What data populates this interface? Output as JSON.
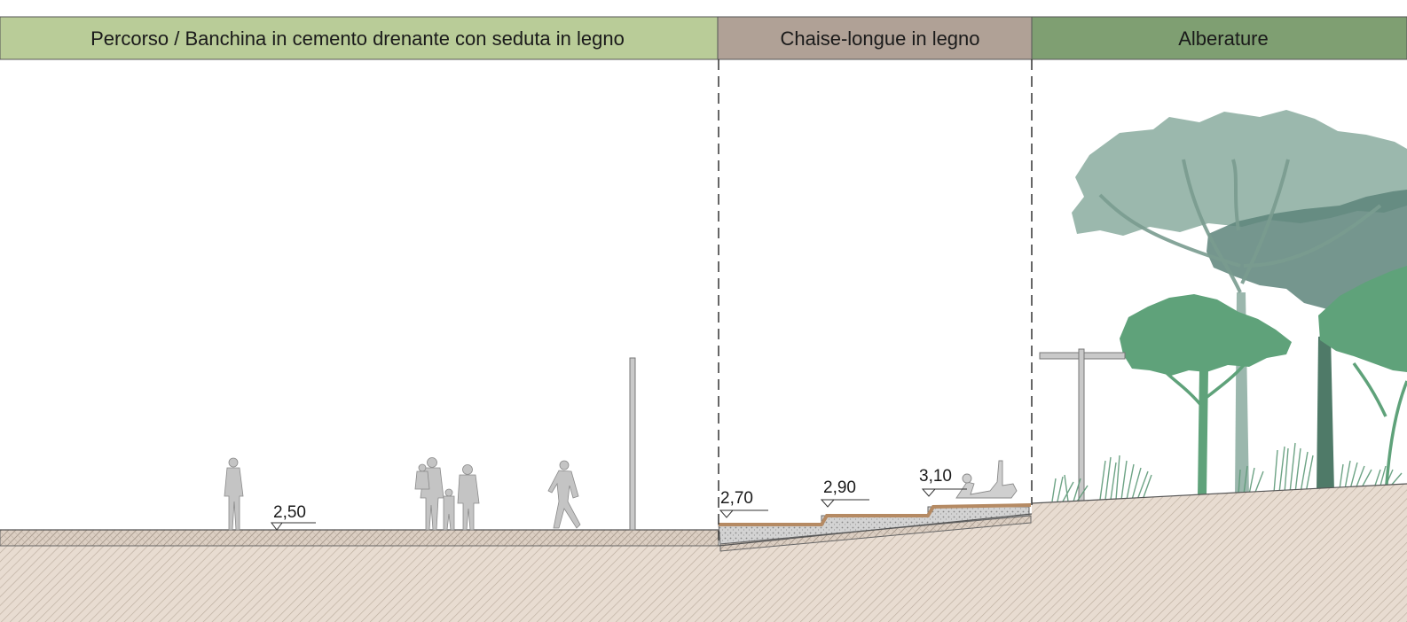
{
  "zones": [
    {
      "id": "percorso",
      "label": "Percorso / Banchina in cemento drenante con seduta in legno",
      "color": "#b9cc98"
    },
    {
      "id": "chaise",
      "label": "Chaise-longue in legno",
      "color": "#b0a196"
    },
    {
      "id": "alberature",
      "label": "Alberature",
      "color": "#7f9f72"
    }
  ],
  "elevations": [
    {
      "id": "e250",
      "label": "2,50"
    },
    {
      "id": "e270",
      "label": "2,70"
    },
    {
      "id": "e290",
      "label": "2,90"
    },
    {
      "id": "e310",
      "label": "3,10"
    }
  ],
  "colors": {
    "ground_fill": "#e8dcd1",
    "hatch": "#b8a89c",
    "paving_fill": "#d9cbbf",
    "wood": "#b58a63",
    "concrete": "#bdbdbd",
    "figure": "#c4c4c4",
    "figure_stroke": "#8a8a8a",
    "tree_light": "#86a99b",
    "tree_dark": "#5d847a",
    "tree_green": "#5fa27a",
    "grass": "#5e9a78"
  },
  "icons": [
    "pedestrian-icon",
    "family-icon",
    "walker-icon",
    "reclining-person-icon",
    "lamp-post-icon",
    "tree-icon",
    "grass-icon"
  ]
}
